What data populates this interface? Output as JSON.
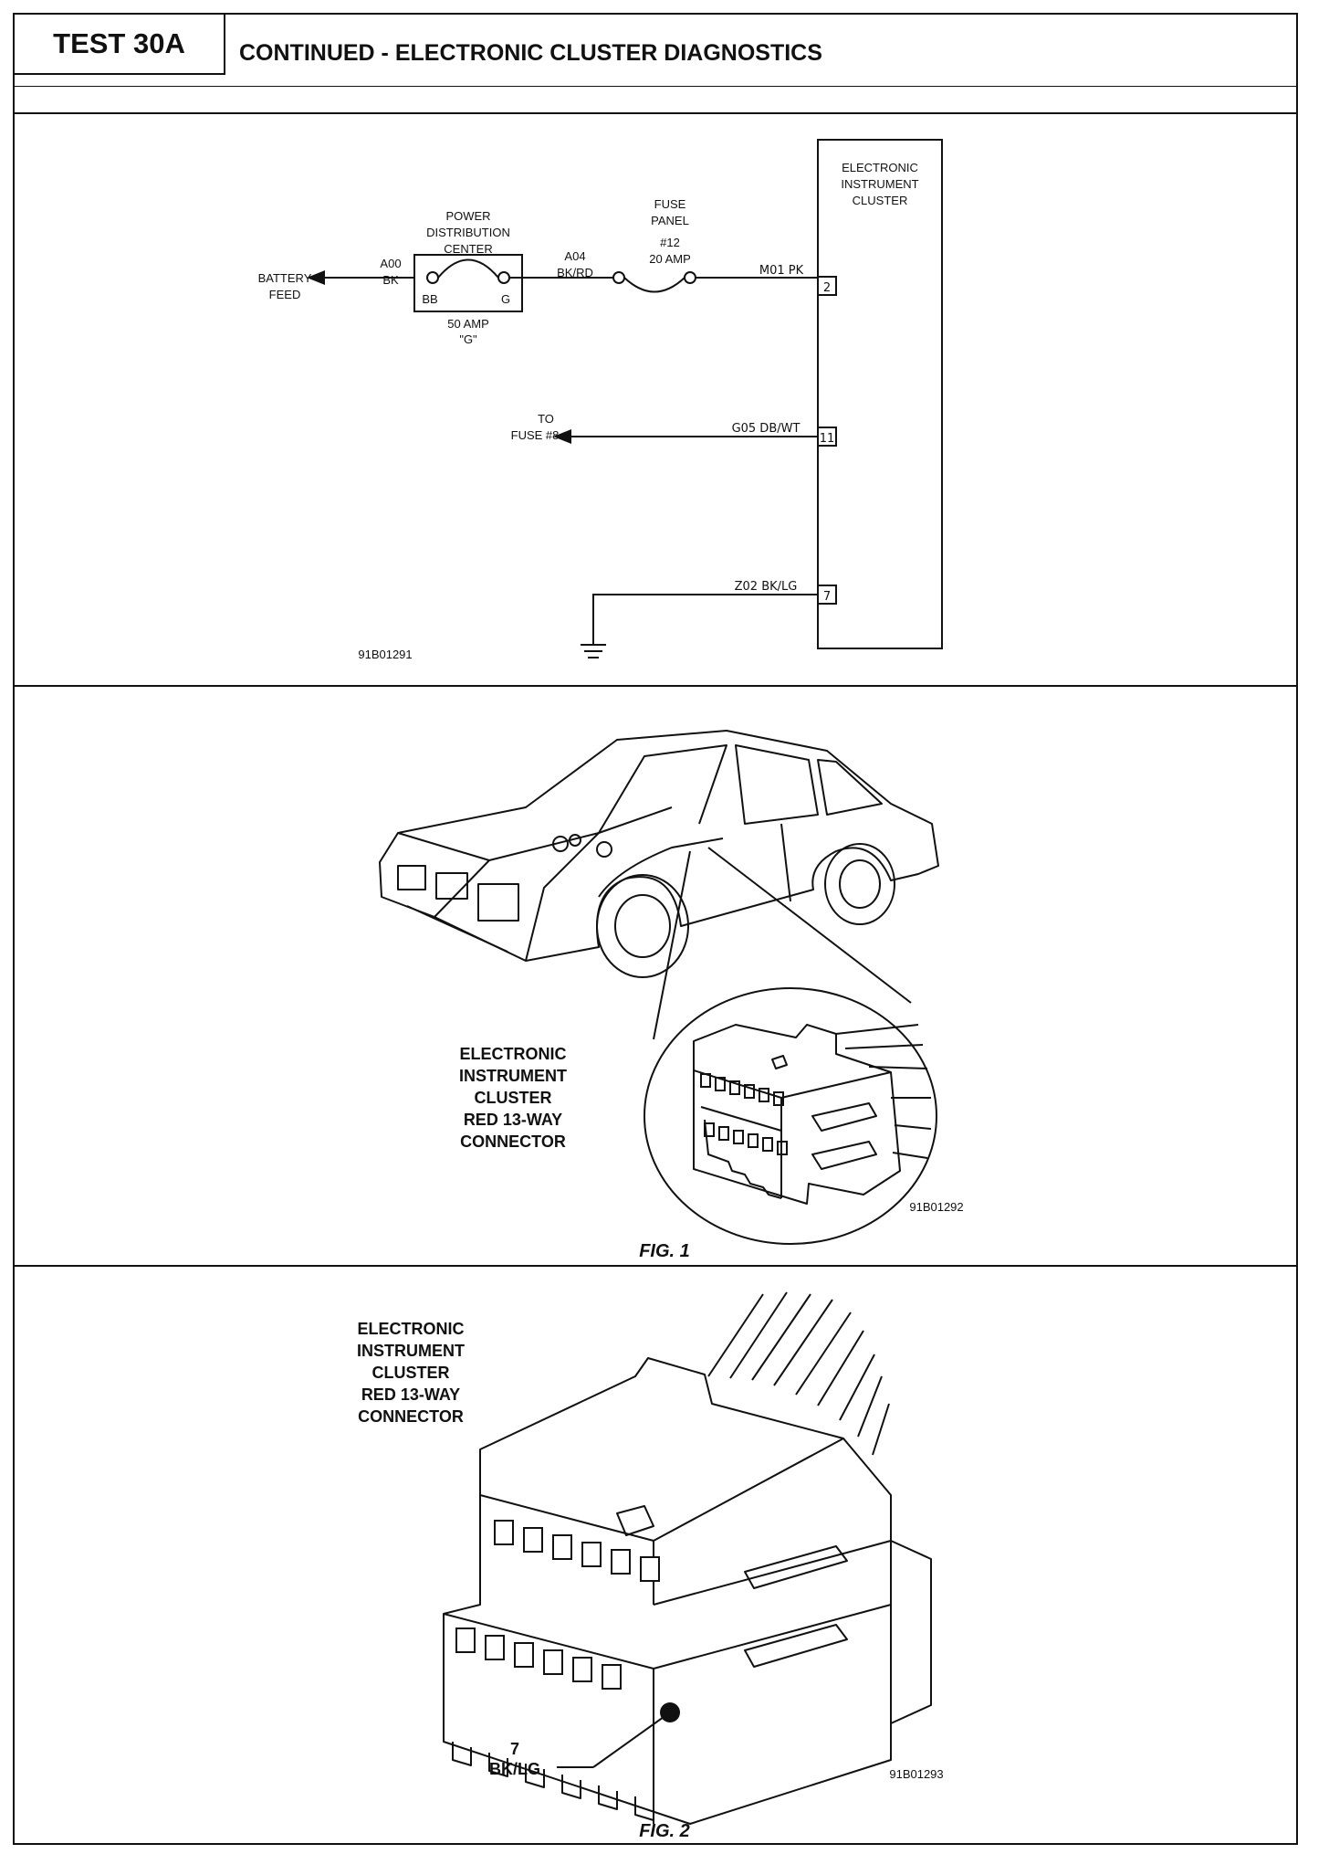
{
  "header": {
    "test_id": "TEST 30A",
    "title": "CONTINUED - ELECTRONIC CLUSTER DIAGNOSTICS"
  },
  "schematic": {
    "cluster_label": [
      "ELECTRONIC",
      "INSTRUMENT",
      "CLUSTER"
    ],
    "battery_feed": [
      "BATTERY",
      "FEED"
    ],
    "wire_a00": [
      "A00",
      "BK"
    ],
    "pdc_label": [
      "POWER",
      "DISTRIBUTION",
      "CENTER"
    ],
    "pdc_terminal_left": "BB",
    "pdc_terminal_right": "G",
    "pdc_fuse": [
      "50 AMP",
      "\"G\""
    ],
    "wire_a04": [
      "A04",
      "BK/RD"
    ],
    "fuse_panel": [
      "FUSE",
      "PANEL",
      "#12",
      "20 AMP"
    ],
    "wire_m01": "M01 PK",
    "pin_2": "2",
    "to_fuse": [
      "TO",
      "FUSE #8"
    ],
    "wire_g05": "G05 DB/WT",
    "pin_11": "11",
    "wire_z02": "Z02 BK/LG",
    "pin_7": "7",
    "figure_code": "91B01291"
  },
  "fig1": {
    "connector_label": [
      "ELECTRONIC",
      "INSTRUMENT",
      "CLUSTER",
      "RED 13-WAY",
      "CONNECTOR"
    ],
    "figure_code": "91B01292",
    "caption": "FIG. 1"
  },
  "fig2": {
    "connector_label": [
      "ELECTRONIC",
      "INSTRUMENT",
      "CLUSTER",
      "RED 13-WAY",
      "CONNECTOR"
    ],
    "pin_number": "7",
    "pin_wire": "BK/LG",
    "figure_code": "91B01293",
    "caption": "FIG. 2"
  }
}
